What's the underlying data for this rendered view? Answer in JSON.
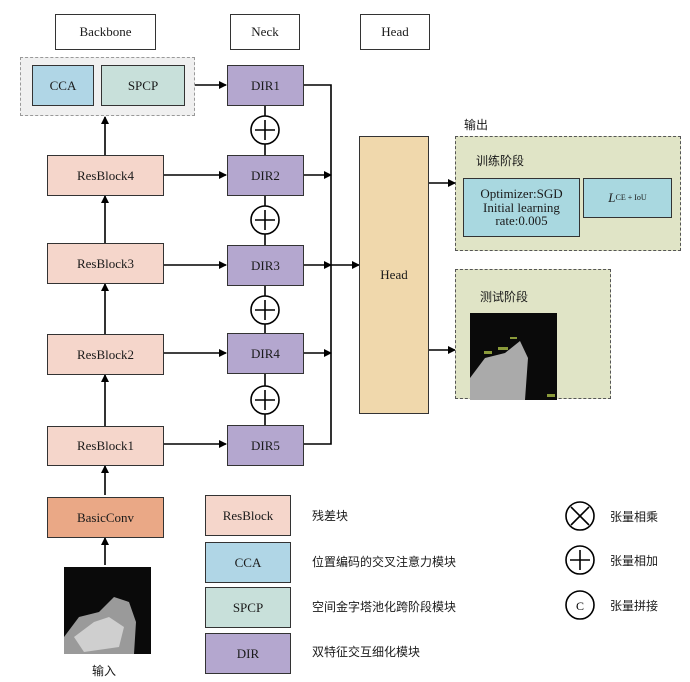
{
  "headers": {
    "backbone": "Backbone",
    "neck": "Neck",
    "head": "Head"
  },
  "backbone": {
    "cca": "CCA",
    "spcp": "SPCP",
    "resblocks": [
      "ResBlock4",
      "ResBlock3",
      "ResBlock2",
      "ResBlock1"
    ],
    "basic_conv": "BasicConv",
    "input_label": "输入"
  },
  "neck": {
    "dirs": [
      "DIR1",
      "DIR2",
      "DIR3",
      "DIR4",
      "DIR5"
    ],
    "add_symbol": "+"
  },
  "head": {
    "label": "Head"
  },
  "output": {
    "label": "输出",
    "training": {
      "title": "训练阶段",
      "optimizer_line1": "Optimizer:SGD",
      "optimizer_line2": "Initial learning",
      "optimizer_line3": "rate:0.005",
      "loss_symbol": "L",
      "loss_subscript": "CE + IoU"
    },
    "testing": {
      "title": "测试阶段"
    }
  },
  "legend": {
    "blocks": [
      {
        "label": "ResBlock",
        "desc": "残差块"
      },
      {
        "label": "CCA",
        "desc": "位置编码的交叉注意力模块"
      },
      {
        "label": "SPCP",
        "desc": "空间金字塔池化跨阶段模块"
      },
      {
        "label": "DIR",
        "desc": "双特征交互细化模块"
      }
    ],
    "ops": [
      {
        "symbol": "×",
        "desc": "张量相乘"
      },
      {
        "symbol": "+",
        "desc": "张量相加"
      },
      {
        "symbol": "C",
        "desc": "张量拼接"
      }
    ]
  },
  "colors": {
    "resblock": "#f5d6cb",
    "basicconv": "#eaa886",
    "cca": "#b0d6e6",
    "spcp": "#c8e0da",
    "dir": "#b4a7cf",
    "head": "#f0d8ac",
    "output_panel": "#e0e4c6",
    "optimizer": "#a9d8e0"
  }
}
